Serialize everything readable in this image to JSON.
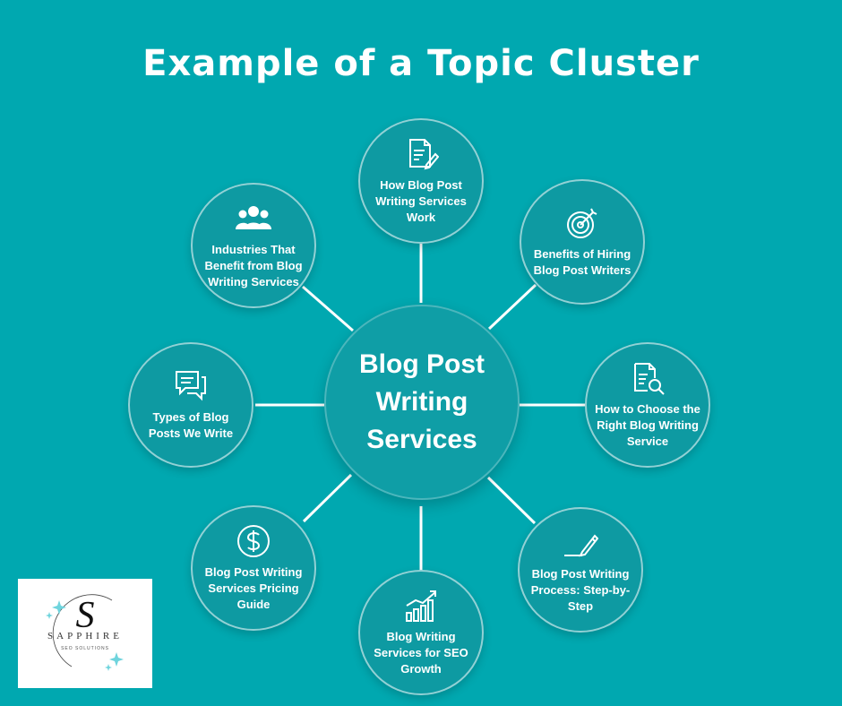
{
  "title": "Example of a Topic Cluster",
  "center": {
    "label": "Blog Post Writing Services"
  },
  "nodes": [
    {
      "label": "How Blog Post Writing Services Work",
      "icon": "document-edit-icon"
    },
    {
      "label": "Benefits of Hiring Blog Post Writers",
      "icon": "target-icon"
    },
    {
      "label": "How to Choose the Right Blog Writing Service",
      "icon": "document-search-icon"
    },
    {
      "label": "Blog Post Writing Process: Step-by-Step",
      "icon": "pen-icon"
    },
    {
      "label": "Blog Writing Services for SEO Growth",
      "icon": "growth-chart-icon"
    },
    {
      "label": "Blog Post Writing Services Pricing Guide",
      "icon": "dollar-icon"
    },
    {
      "label": "Types of Blog Posts We Write",
      "icon": "chat-bubbles-icon"
    },
    {
      "label": "Industries That Benefit from Blog Writing Services",
      "icon": "people-icon"
    }
  ],
  "logo": {
    "letter": "S",
    "brand": "SAPPHIRE",
    "tagline": "SEO SOLUTIONS"
  },
  "colors": {
    "background": "#00A8B0",
    "node": "#0E9AA2",
    "line": "#FFFFFF"
  }
}
